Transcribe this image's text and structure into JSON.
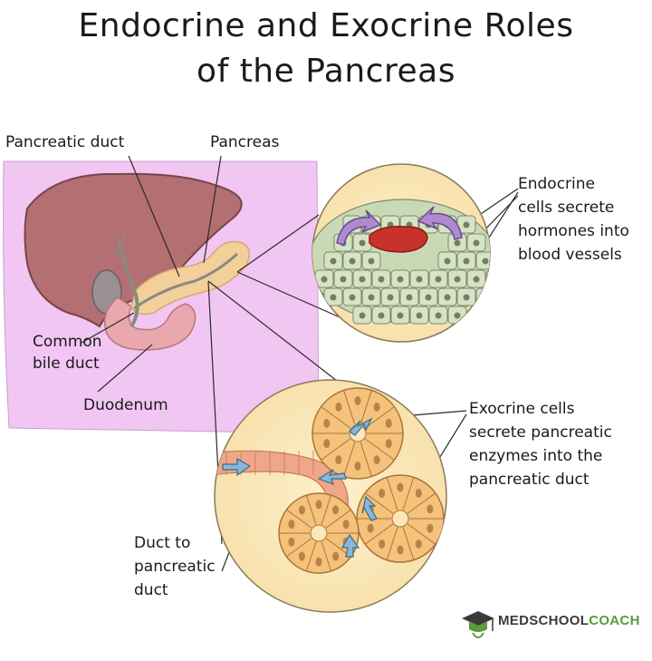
{
  "title": {
    "line1": "Endocrine and Exocrine Roles",
    "line2": "of the Pancreas"
  },
  "labels": {
    "pancreatic_duct": "Pancreatic duct",
    "pancreas": "Pancreas",
    "common_bile_duct_1": "Common",
    "common_bile_duct_2": "bile duct",
    "duodenum": "Duodenum",
    "endocrine_1": "Endocrine",
    "endocrine_2": "cells secrete",
    "endocrine_3": "hormones into",
    "endocrine_4": "blood vessels",
    "exocrine_1": "Exocrine cells",
    "exocrine_2": "secrete pancreatic",
    "exocrine_3": "enzymes into the",
    "exocrine_4": "pancreatic duct",
    "duct_to_1": "Duct to",
    "duct_to_2": "pancreatic",
    "duct_to_3": "duct"
  },
  "brand": {
    "part1": "MEDSCHOOL",
    "part2": "COACH"
  },
  "colors": {
    "background_panel": "#f1c6f2",
    "liver": "#b46f73",
    "pancreas": "#f3cf9a",
    "duodenum": "#e9a8ad",
    "circle_fill": "#fbe7bb",
    "endocrine_cell": "#c9d9b5",
    "nucleus": "#7a7a6a",
    "blood_vessel": "#c8322a",
    "hormone_arrow": "#b08ad0",
    "enzyme_arrow": "#8ab7d8",
    "acinar_cell": "#f4c27a",
    "duct_tissue": "#f0a688",
    "brand_green": "#5a9b3a"
  }
}
